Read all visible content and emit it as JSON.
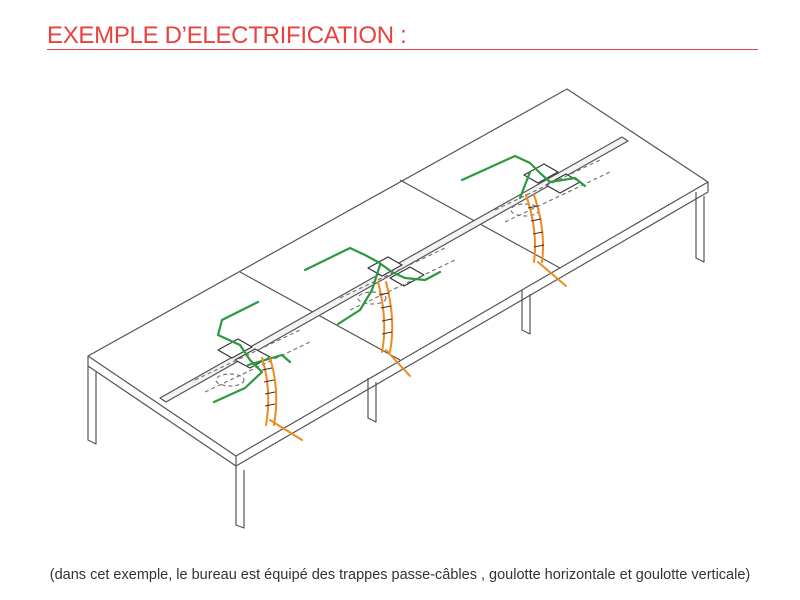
{
  "title": "EXEMPLE D’ELECTRIFICATION :",
  "caption": "(dans cet exemple, le bureau est équipé des trappes passe-câbles , goulotte horizontale et goulotte verticale)",
  "colors": {
    "accent": "#e8413e",
    "outline": "#555555",
    "power_cable": "#2a9a3c",
    "vertical_duct": "#f08a1e"
  },
  "icons": [
    "desk-bench",
    "cable-tray",
    "cable-trap",
    "vertical-cable-duct"
  ]
}
